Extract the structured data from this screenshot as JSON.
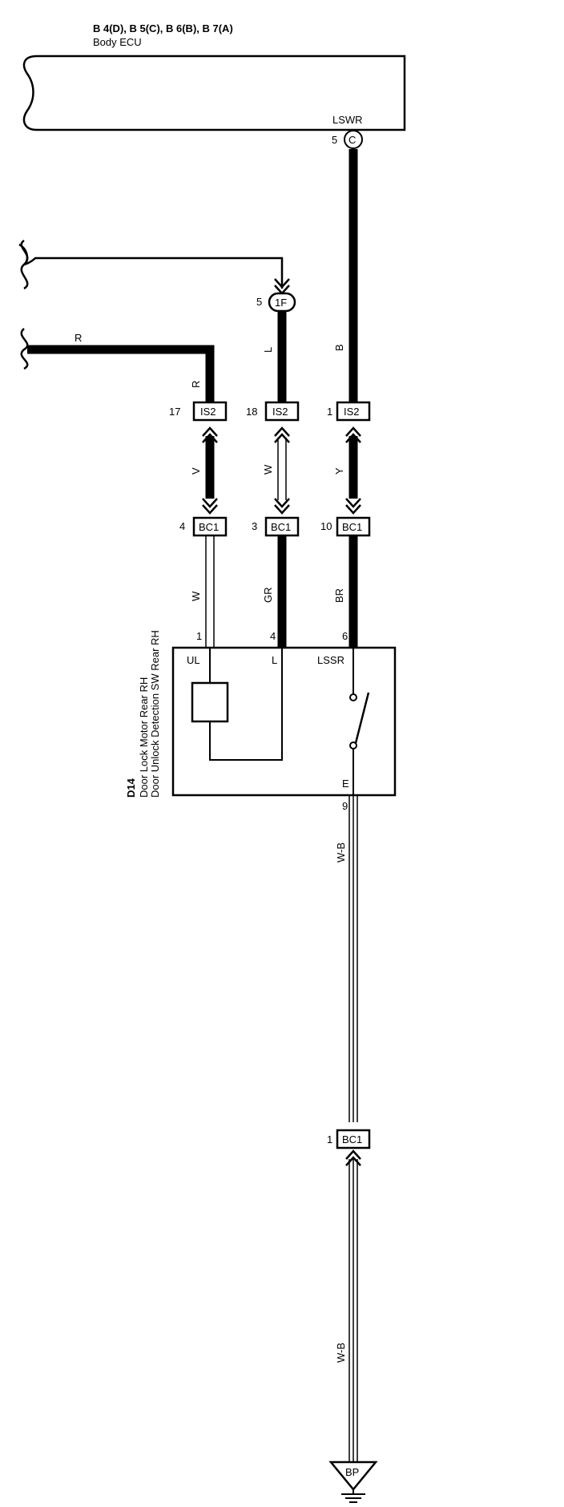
{
  "ecu": {
    "connectors": "B 4(D), B 5(C), B 6(B), B 7(A)",
    "name": "Body ECU",
    "terminal_label": "LSWR",
    "terminal_pin": "5",
    "terminal_letter": "C"
  },
  "left_wire": {
    "color": "R"
  },
  "junction_1f": {
    "pin": "5",
    "label": "1F"
  },
  "wires": {
    "col1_top_color": "R",
    "col2_top_color": "L",
    "col3_top_color": "B",
    "col1_mid_color": "V",
    "col2_mid_color": "W",
    "col3_mid_color": "Y",
    "col1_low_color": "W",
    "col2_low_color": "GR",
    "col3_low_color": "BR",
    "ground_upper_color": "W-B",
    "ground_lower_color": "W-B"
  },
  "connectors": {
    "is2_1": {
      "pin": "17",
      "label": "IS2"
    },
    "is2_2": {
      "pin": "18",
      "label": "IS2"
    },
    "is2_3": {
      "pin": "1",
      "label": "IS2"
    },
    "bc1_1": {
      "pin": "4",
      "label": "BC1"
    },
    "bc1_2": {
      "pin": "3",
      "label": "BC1"
    },
    "bc1_3": {
      "pin": "10",
      "label": "BC1"
    },
    "bc1_4": {
      "pin": "1",
      "label": "BC1"
    }
  },
  "component": {
    "id": "D14",
    "line1": "Door Lock Motor Rear RH",
    "line2": "Door Unlock Detection SW Rear RH",
    "pin_ul": "1",
    "pin_l": "4",
    "pin_lssr": "6",
    "pin_e": "9",
    "label_ul": "UL",
    "label_l": "L",
    "label_lssr": "LSSR",
    "label_e": "E"
  },
  "ground": {
    "label": "BP"
  }
}
